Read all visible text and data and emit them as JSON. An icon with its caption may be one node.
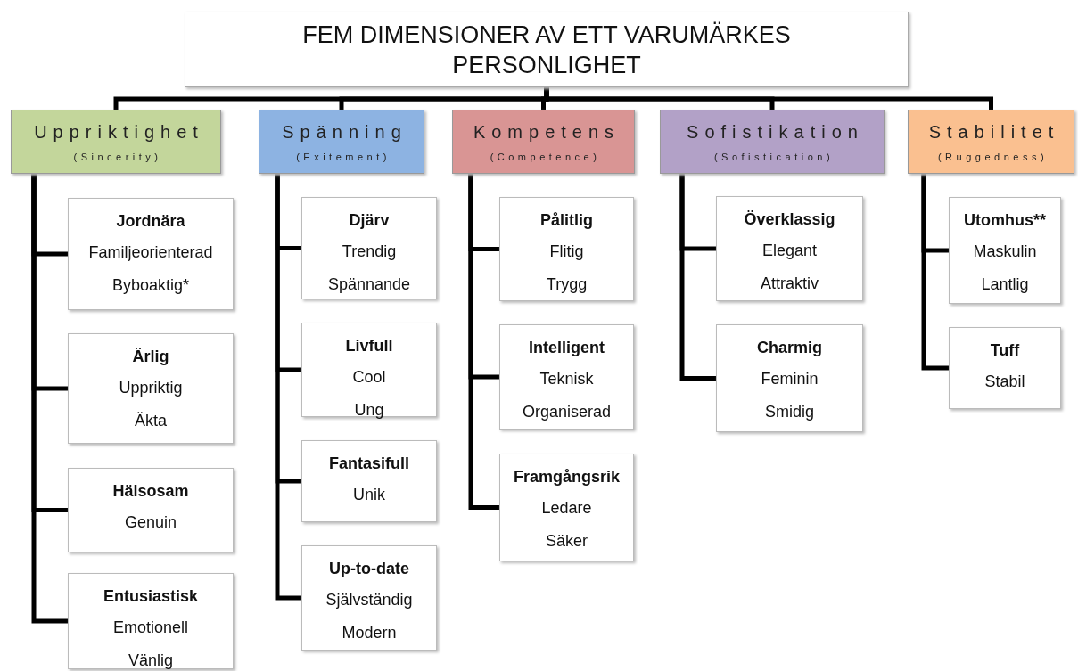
{
  "diagram": {
    "nodes": [
      {
        "text": [
          "FEM DIMENSIONER AV ETT VARUMÄRKES PERSONLIGHET"
        ]
      },
      {
        "text": [
          "Uppriktighet",
          "(Sincerity)"
        ]
      },
      {
        "text": [
          "Spänning",
          "(Exitement)"
        ]
      },
      {
        "text": [
          "Kompetens",
          "(Competence)"
        ]
      },
      {
        "text": [
          "Sofistikation",
          "(Sofistication)"
        ]
      },
      {
        "text": [
          "Stabilitet",
          "(Ruggedness)"
        ]
      },
      {
        "text": [
          "Jordnära",
          "Familjeorienterad",
          "Byboaktig*"
        ]
      },
      {
        "text": [
          "Ärlig",
          "Uppriktig",
          "Äkta"
        ]
      },
      {
        "text": [
          "Hälsosam",
          "Genuin"
        ]
      },
      {
        "text": [
          "Entusiastisk",
          "Emotionell",
          "Vänlig"
        ]
      },
      {
        "text": [
          "Djärv",
          "Trendig",
          "Spännande"
        ]
      },
      {
        "text": [
          "Livfull",
          "Cool",
          "Ung"
        ]
      },
      {
        "text": [
          "Fantasifull",
          "Unik"
        ]
      },
      {
        "text": [
          "Up-to-date",
          "Självständig",
          "Modern"
        ]
      },
      {
        "text": [
          "Pålitlig",
          "Flitig",
          "Trygg"
        ]
      },
      {
        "text": [
          "Intelligent",
          "Teknisk",
          "Organiserad"
        ]
      },
      {
        "text": [
          "Framgångsrik",
          "Ledare",
          "Säker"
        ]
      },
      {
        "text": [
          "Överklassig",
          "Elegant",
          "Attraktiv"
        ]
      },
      {
        "text": [
          "Charmig",
          "Feminin",
          "Smidig"
        ]
      },
      {
        "text": [
          "Utomhus**",
          "Maskulin",
          "Lantlig"
        ]
      },
      {
        "text": [
          "Tuff",
          "Stabil"
        ]
      }
    ],
    "edges": [
      {
        "from": 0,
        "to": 1,
        "arrow": "none"
      },
      {
        "from": 0,
        "to": 2,
        "arrow": "none"
      },
      {
        "from": 0,
        "to": 3,
        "arrow": "none"
      },
      {
        "from": 0,
        "to": 4,
        "arrow": "none"
      },
      {
        "from": 0,
        "to": 5,
        "arrow": "none"
      },
      {
        "from": 1,
        "to": 6,
        "arrow": "none"
      },
      {
        "from": 1,
        "to": 7,
        "arrow": "none"
      },
      {
        "from": 1,
        "to": 8,
        "arrow": "none"
      },
      {
        "from": 1,
        "to": 9,
        "arrow": "none"
      },
      {
        "from": 2,
        "to": 10,
        "arrow": "none"
      },
      {
        "from": 2,
        "to": 11,
        "arrow": "none"
      },
      {
        "from": 2,
        "to": 12,
        "arrow": "none"
      },
      {
        "from": 2,
        "to": 13,
        "arrow": "none"
      },
      {
        "from": 3,
        "to": 14,
        "arrow": "none"
      },
      {
        "from": 3,
        "to": 15,
        "arrow": "none"
      },
      {
        "from": 3,
        "to": 16,
        "arrow": "none"
      },
      {
        "from": 4,
        "to": 17,
        "arrow": "none"
      },
      {
        "from": 4,
        "to": 18,
        "arrow": "none"
      },
      {
        "from": 5,
        "to": 19,
        "arrow": "none"
      },
      {
        "from": 5,
        "to": 20,
        "arrow": "none"
      }
    ]
  }
}
